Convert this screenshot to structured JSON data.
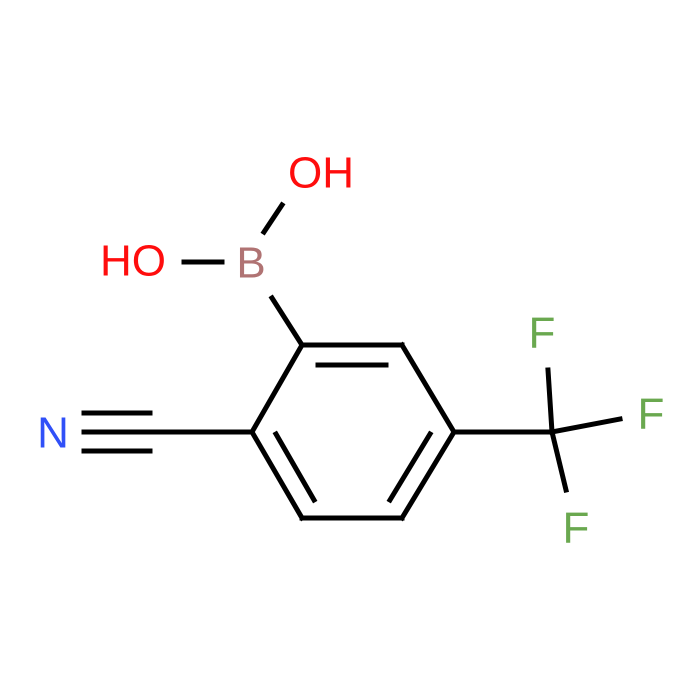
{
  "molecule": {
    "atoms": {
      "oh_top": {
        "text": "OH",
        "element": "O",
        "color": "#ff0d0d"
      },
      "oh_left": {
        "text": "HO",
        "element": "O",
        "color": "#ff0d0d"
      },
      "boron": {
        "text": "B",
        "element": "B",
        "color": "#b07373"
      },
      "nitrogen": {
        "text": "N",
        "element": "N",
        "color": "#3050f8"
      },
      "fluorine_top": {
        "text": "F",
        "element": "F",
        "color": "#6aa84f"
      },
      "fluorine_right": {
        "text": "F",
        "element": "F",
        "color": "#6aa84f"
      },
      "fluorine_bottom": {
        "text": "F",
        "element": "F",
        "color": "#6aa84f"
      }
    },
    "bond_color": "#000000"
  }
}
